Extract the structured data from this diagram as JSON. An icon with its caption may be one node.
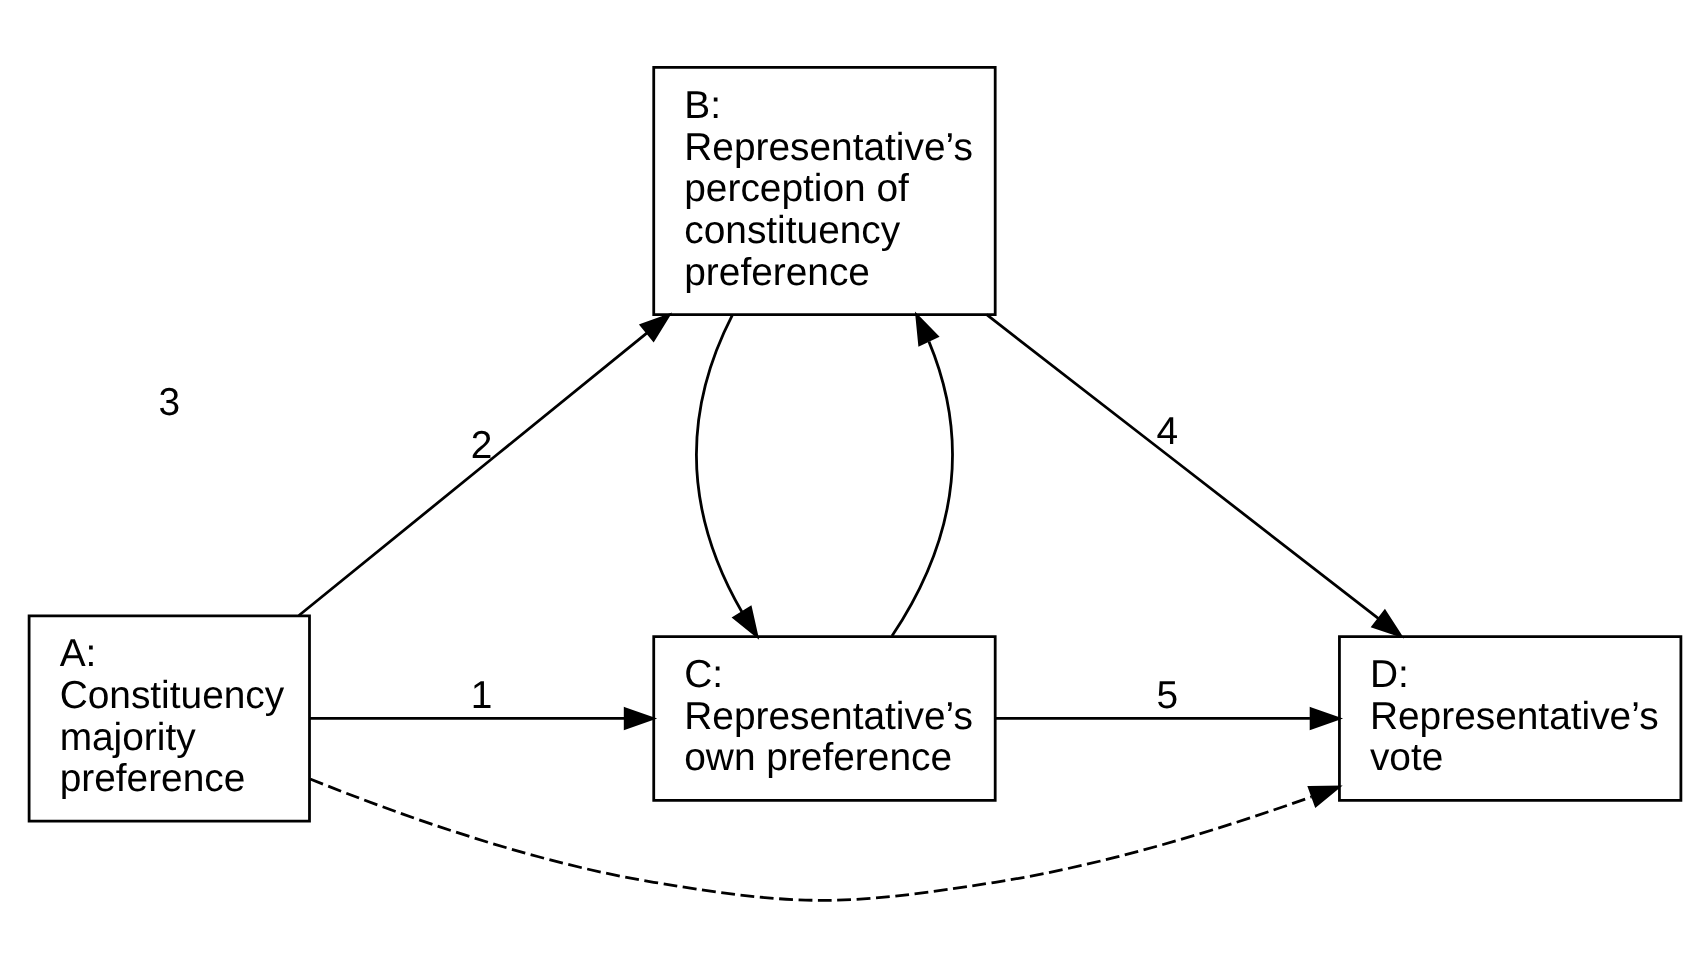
{
  "diagram": {
    "nodes": [
      {
        "text": [
          "A:",
          "Constituency majority preference"
        ]
      },
      {
        "text": [
          "C:",
          "Representative’s own preference"
        ]
      },
      {
        "text": [
          "B:",
          "Representative’s perception of constituency preference"
        ]
      },
      {
        "text": [
          "D:",
          "Representative’s vote"
        ]
      }
    ],
    "edges": [
      {
        "from": 0,
        "to": 1,
        "arrow": "to",
        "label": "1"
      },
      {
        "from": 0,
        "to": 2,
        "arrow": "to",
        "label": "2"
      },
      {
        "from": 0,
        "to": 3,
        "arrow": "to",
        "style": "dashed"
      },
      {
        "from": 1,
        "to": 2,
        "arrow": "to"
      },
      {
        "from": 2,
        "to": 1,
        "arrow": "to"
      },
      {
        "from": 2,
        "to": 3,
        "arrow": "to",
        "label": "4"
      },
      {
        "from": 1,
        "to": 3,
        "arrow": "to",
        "label": "5"
      }
    ],
    "labels": [
      "3"
    ]
  }
}
